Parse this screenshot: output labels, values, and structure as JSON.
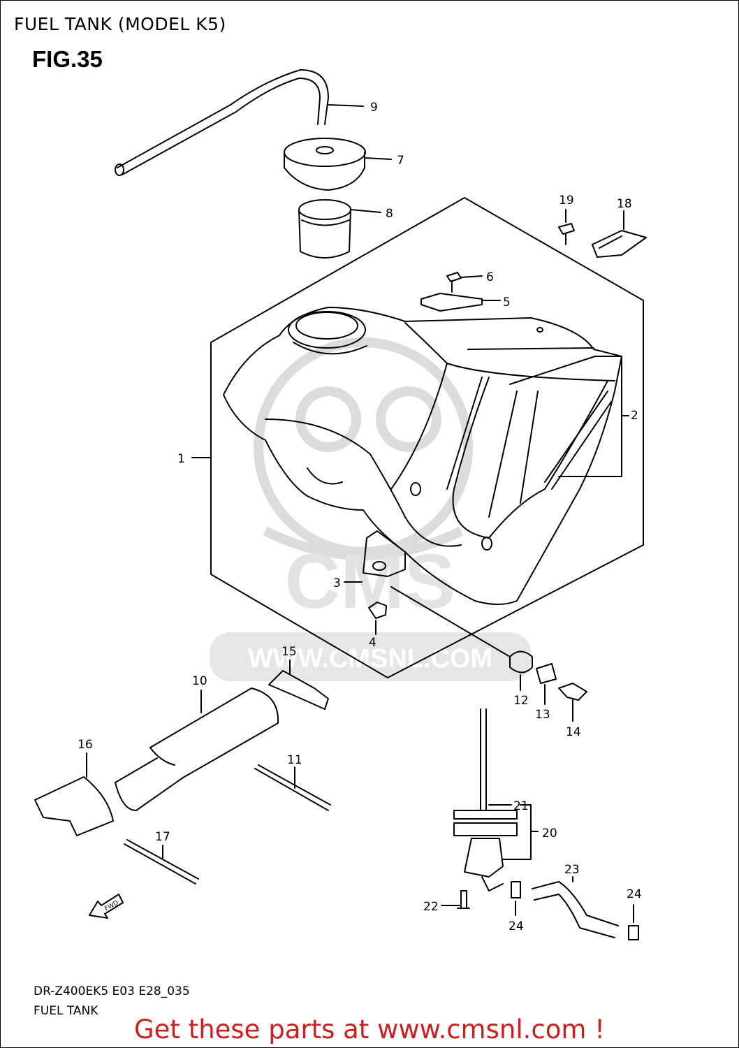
{
  "header": {
    "title": "FUEL TANK (MODEL K5)",
    "figure": "FIG.35"
  },
  "callouts": {
    "c1": "1",
    "c2": "2",
    "c3": "3",
    "c4": "4",
    "c5": "5",
    "c6": "6",
    "c7": "7",
    "c8": "8",
    "c9": "9",
    "c10": "10",
    "c11": "11",
    "c12": "12",
    "c13": "13",
    "c14": "14",
    "c15": "15",
    "c16": "16",
    "c17": "17",
    "c18": "18",
    "c19": "19",
    "c20": "20",
    "c21": "21",
    "c22": "22",
    "c23": "23",
    "c24a": "24",
    "c24b": "24"
  },
  "watermark": {
    "brand": "CMS",
    "url": "WWW.CMSNL.COM"
  },
  "fwd_label": "FWD",
  "footer": {
    "model_code": "DR-Z400EK5 E03 E28_035",
    "section": "FUEL TANK",
    "cta": "Get these parts at www.cmsnl.com !"
  },
  "colors": {
    "line": "#000000",
    "watermark": "#d9d9d9",
    "cta": "#cc1f1f"
  }
}
